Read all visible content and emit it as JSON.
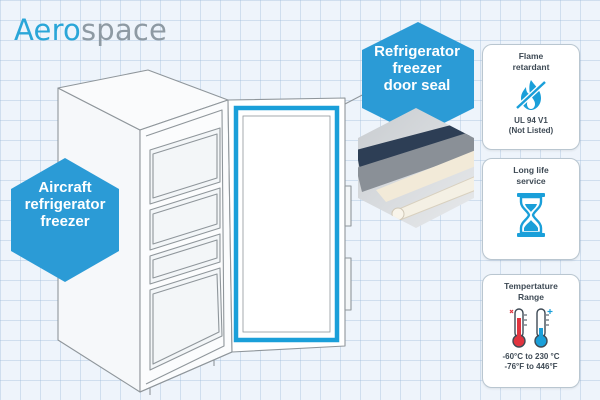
{
  "title": {
    "part1": "Aero",
    "part2": "space"
  },
  "labels": {
    "fridge": [
      "Aircraft",
      "refrigerator",
      "freezer"
    ],
    "seal": [
      "Refrigerator",
      "freezer",
      "door seal"
    ]
  },
  "cards": {
    "flame": {
      "title_lines": [
        "Flame",
        "retardant"
      ],
      "detail_lines": [
        "UL 94 V1",
        "(Not Listed)"
      ],
      "icon": "no-flame-icon"
    },
    "life": {
      "title_lines": [
        "Long life",
        "service"
      ],
      "icon": "hourglass-icon"
    },
    "temp": {
      "title_lines": [
        "Tempertature",
        "Range"
      ],
      "detail_lines": [
        "-60°C to 230 °C",
        "-76°F to 446°F"
      ],
      "icon": "thermometers-icon"
    }
  },
  "colors": {
    "accent": "#1a9fd9",
    "hex_blue": "#2b9bd6",
    "title_blue": "#2aa6d8",
    "title_grey": "#8e9aa3",
    "line_grey": "#8f969b"
  }
}
